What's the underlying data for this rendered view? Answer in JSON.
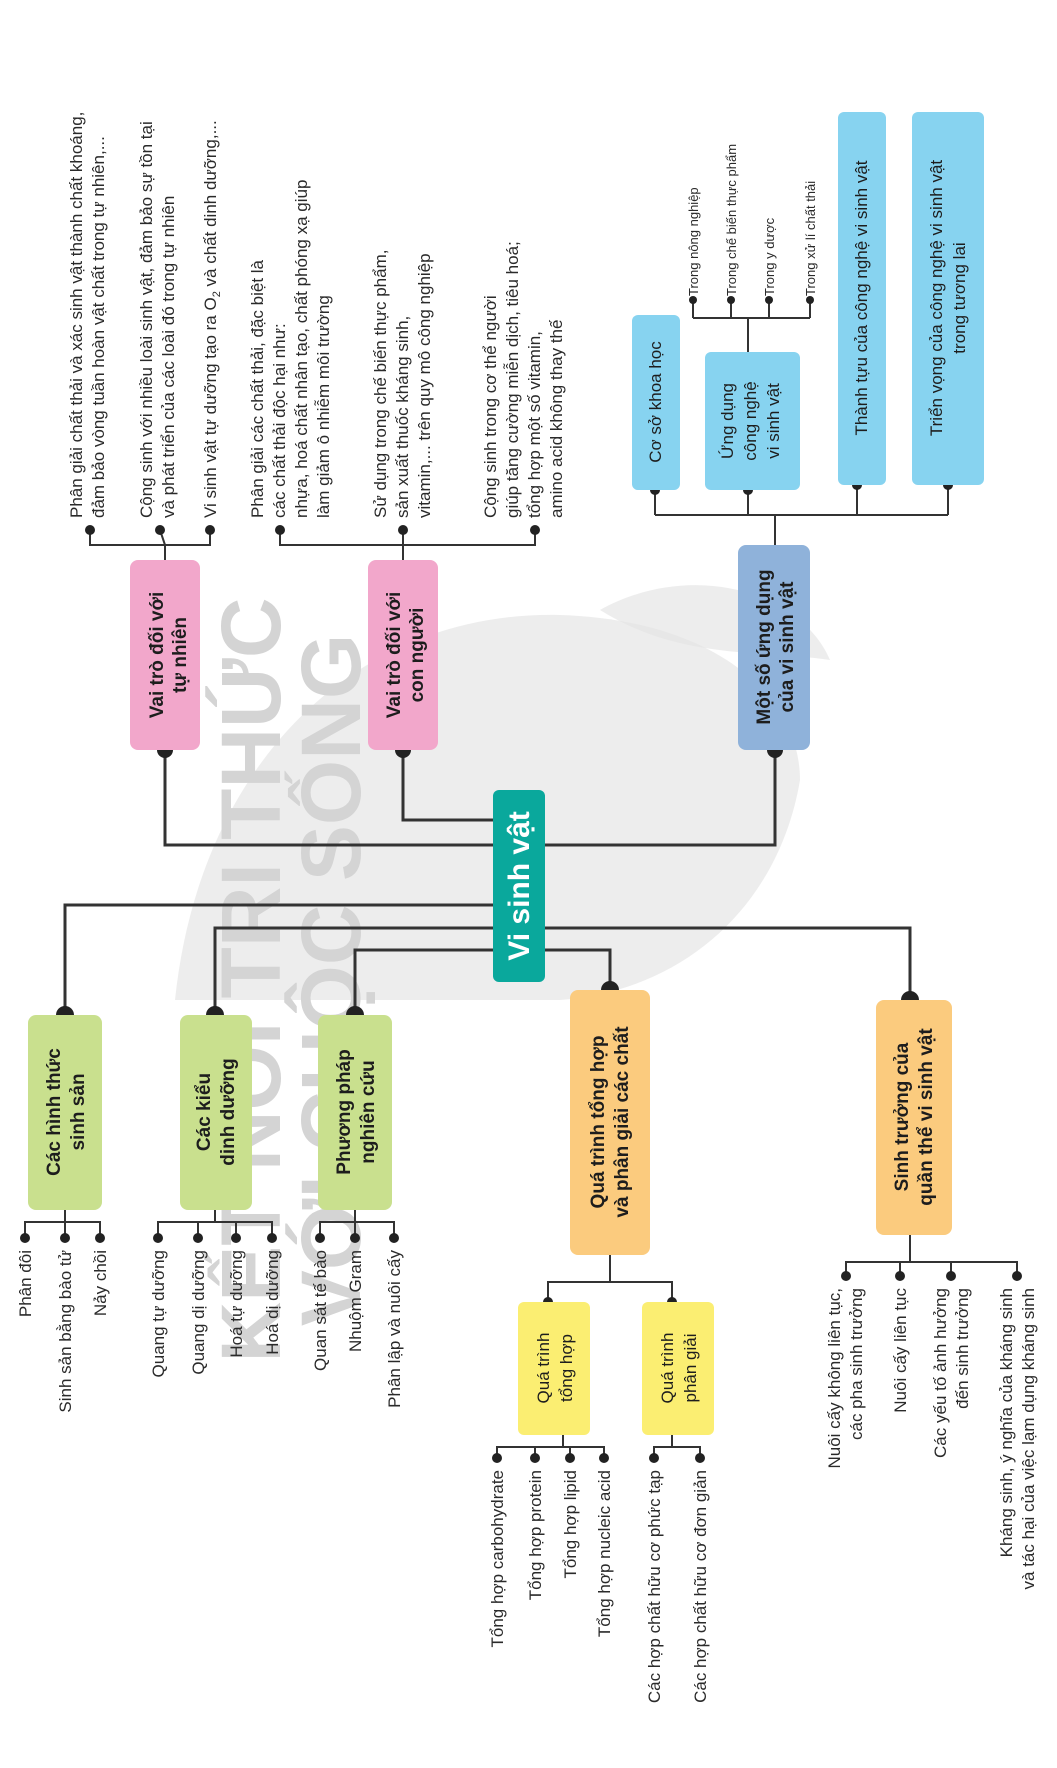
{
  "center": "Vi sinh vật",
  "colors": {
    "center": "#0aa89c",
    "pink": "#f2a7cb",
    "blue_dark": "#8fb2da",
    "blue_light": "#87d3f0",
    "green": "#c9e08e",
    "orange": "#fbcb7e",
    "yellow": "#fbee72",
    "watermark": "#d4d4d4"
  },
  "watermark": [
    "KẾT NỐI TRI THỨC",
    "VỚI CUỘC SỐNG"
  ],
  "top_branches": {
    "nature": {
      "title": [
        "Vai trò đối với",
        "tự nhiên"
      ],
      "items": [
        [
          "Phân giải chất thải và xác sinh vật thành chất khoáng,",
          "đảm bảo vòng tuần hoàn vật chất trong tự nhiên,..."
        ],
        [
          "Cộng sinh với nhiều loài sinh vật, đảm bảo sự tồn tại",
          "và phát triển của các loài đó trong tự nhiên"
        ],
        [
          "Vi sinh vật tự dưỡng tạo ra O",
          "2",
          " và chất dinh dưỡng,..."
        ]
      ]
    },
    "human": {
      "title": [
        "Vai trò đối với",
        "con người"
      ],
      "items": [
        [
          "Phân giải các chất thải, đặc biệt là",
          "các chất thải độc hại như:",
          "nhựa, hoá chất nhân tạo, chất phóng xạ giúp",
          "làm giảm ô nhiễm môi trường"
        ],
        [
          "Sử dụng trong chế biến thực phẩm,",
          "sản xuất thuốc kháng sinh,",
          "vitamin,... trên quy mô công nghiệp"
        ],
        [
          "Cộng sinh trong cơ thể người",
          "giúp tăng cường miễn dịch, tiêu hoá;",
          "tổng hợp một số vitamin,",
          "amino acid không thay thế"
        ]
      ]
    },
    "applications": {
      "title": [
        "Một số ứng dụng",
        "của vi sinh vật"
      ],
      "basis": "Cơ sở khoa học",
      "tech": {
        "title": [
          "Ứng dụng",
          "công nghệ",
          "vi sinh vật"
        ],
        "items": [
          "Trong nông nghiệp",
          "Trong chế biến thực phẩm",
          "Trong y dược",
          "Trong xử lí chất thải"
        ]
      },
      "achievements": "Thành tựu của công nghệ vi sinh vật",
      "prospects": [
        "Triển vọng của công nghệ vi sinh vật",
        "trong tương lai"
      ]
    }
  },
  "bottom_branches": {
    "reproduction": {
      "title": [
        "Các hình thức",
        "sinh sản"
      ],
      "items": [
        "Phân đôi",
        "Sinh sản bằng bào tử",
        "Nảy chồi"
      ]
    },
    "nutrition": {
      "title": [
        "Các kiểu",
        "dinh dưỡng"
      ],
      "items": [
        "Quang tự dưỡng",
        "Quang dị dưỡng",
        "Hoá tự dưỡng",
        "Hoá dị dưỡng"
      ]
    },
    "methods": {
      "title": [
        "Phương pháp",
        "nghiên cứu"
      ],
      "items": [
        "Quan sát tế bào",
        "Nhuộm Gram",
        "Phân lập và nuôi cấy"
      ]
    },
    "processes": {
      "title": [
        "Quá trình tổng hợp",
        "và phân giải các chất"
      ],
      "synthesis": {
        "title": [
          "Quá trình",
          "tổng hợp"
        ],
        "items": [
          "Tổng hợp carbohydrate",
          "Tổng hợp protein",
          "Tổng hợp lipid",
          "Tổng hợp nucleic acid"
        ]
      },
      "decomposition": {
        "title": [
          "Quá trình",
          "phân giải"
        ],
        "items": [
          "Các hợp chất hữu cơ phức tạp",
          "Các hợp chất hữu cơ đơn giản"
        ]
      }
    },
    "growth": {
      "title": [
        "Sinh trưởng của",
        "quần thể vi sinh vật"
      ],
      "items": [
        [
          "Nuôi cấy không liên tục,",
          "các pha sinh trưởng"
        ],
        [
          "Nuôi cấy liên tục"
        ],
        [
          "Các yếu tố ảnh hưởng",
          "đến sinh trưởng"
        ],
        [
          "Kháng sinh, ý nghĩa của kháng sinh",
          "và tác hại của việc lạm dụng kháng sinh"
        ]
      ]
    }
  }
}
